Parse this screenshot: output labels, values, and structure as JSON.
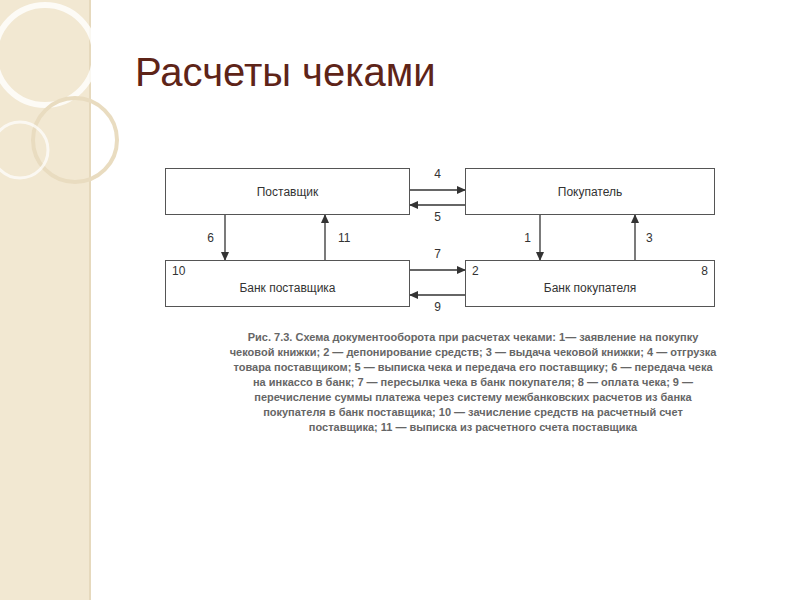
{
  "diagram": {
    "title": "Расчеты чеками",
    "caption": "Рис. 7.3. Схема документооборота при расчетах чеками: 1— заявление на покупку чековой книжки; 2 — депонирование средств; 3 — выдача чековой книжки; 4 — отгрузка товара поставщиком; 5 — выписка чека и передача его поставщику; 6 — передача чека на инкассо в банк; 7 — пересылка чека в банк покупателя; 8 — оплата чека; 9 — перечисление суммы платежа через систему межбанковских расчетов из банка покупателя в банк поставщика; 10 — зачисление средств на расчетный счет поставщика; 11 — выписка из расчетного счета поставщика",
    "nodes": [
      {
        "text": [
          "Поставщик"
        ]
      },
      {
        "text": [
          "Покупатель"
        ]
      },
      {
        "text": [
          "10",
          "Банк поставщика"
        ]
      },
      {
        "text": [
          "2",
          "Банк покупателя",
          "8"
        ]
      }
    ],
    "edges": [
      {
        "from": 0,
        "to": 1,
        "label": "4",
        "arrow": "to"
      },
      {
        "from": 1,
        "to": 0,
        "label": "5",
        "arrow": "to"
      },
      {
        "from": 0,
        "to": 2,
        "label": "6",
        "arrow": "to"
      },
      {
        "from": 2,
        "to": 0,
        "label": "11",
        "arrow": "to"
      },
      {
        "from": 1,
        "to": 3,
        "label": "1",
        "arrow": "to"
      },
      {
        "from": 3,
        "to": 1,
        "label": "3",
        "arrow": "to"
      },
      {
        "from": 2,
        "to": 3,
        "label": "7",
        "arrow": "to"
      },
      {
        "from": 3,
        "to": 2,
        "label": "9",
        "arrow": "to"
      }
    ]
  }
}
